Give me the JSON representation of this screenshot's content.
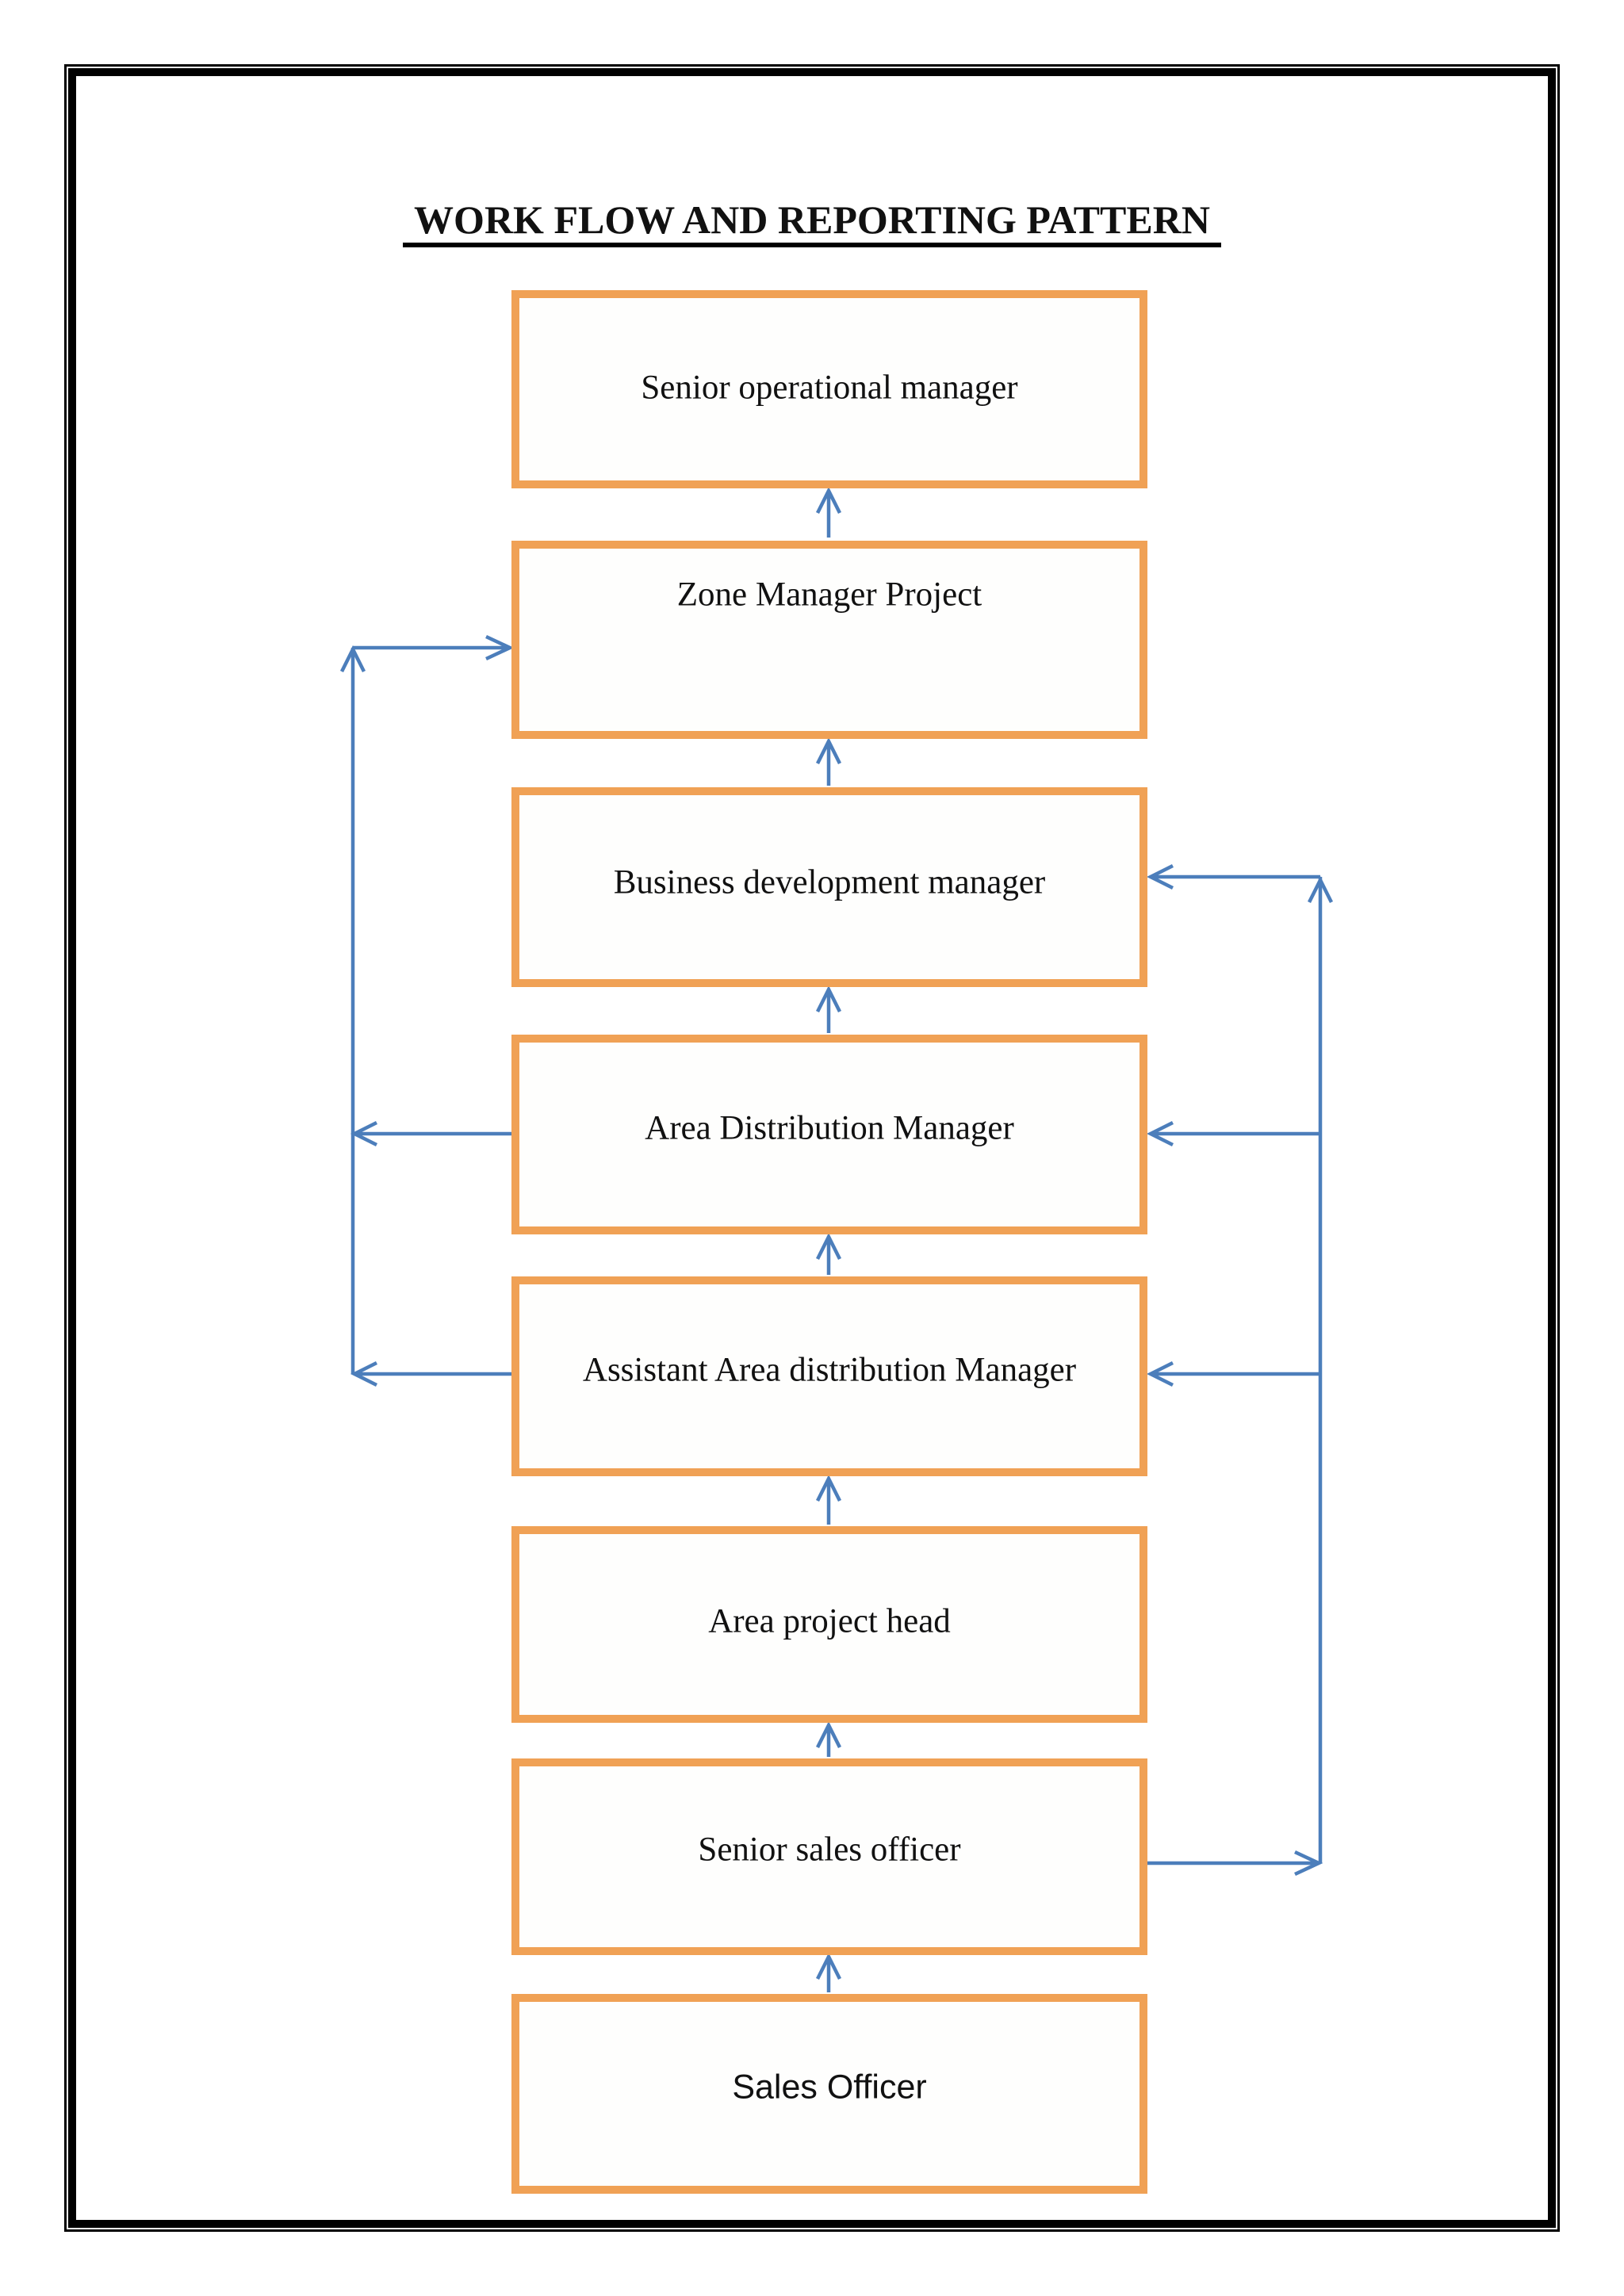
{
  "title": "WORK FLOW AND REPORTING PATTERN",
  "diagram": {
    "nodes": [
      {
        "label": "Senior operational manager"
      },
      {
        "label": "Zone Manager Project"
      },
      {
        "label": "Business development manager"
      },
      {
        "label": "Area Distribution Manager"
      },
      {
        "label": "Assistant Area distribution Manager"
      },
      {
        "label": "Area project head"
      },
      {
        "label": "Senior sales officer"
      },
      {
        "label": "Sales Officer"
      }
    ],
    "edges": [
      {
        "from": "Sales Officer",
        "to": "Senior sales officer",
        "via": "up-arrow"
      },
      {
        "from": "Senior sales officer",
        "to": "Area project head",
        "via": "up-arrow"
      },
      {
        "from": "Area project head",
        "to": "Assistant Area distribution Manager",
        "via": "up-arrow"
      },
      {
        "from": "Assistant Area distribution Manager",
        "to": "Area Distribution Manager",
        "via": "up-arrow"
      },
      {
        "from": "Area Distribution Manager",
        "to": "Business development manager",
        "via": "up-arrow"
      },
      {
        "from": "Business development manager",
        "to": "Zone Manager Project",
        "via": "up-arrow"
      },
      {
        "from": "Zone Manager Project",
        "to": "Senior operational manager",
        "via": "up-arrow"
      },
      {
        "from": "Area Distribution Manager",
        "to": "Zone Manager Project",
        "via": "left-loop"
      },
      {
        "from": "Assistant Area distribution Manager",
        "to": "Zone Manager Project",
        "via": "left-loop"
      },
      {
        "from": "Senior sales officer",
        "to": "Business development manager",
        "via": "right-loop"
      },
      {
        "from": "Senior sales officer",
        "to": "Area Distribution Manager",
        "via": "right-loop"
      },
      {
        "from": "Senior sales officer",
        "to": "Assistant Area distribution Manager",
        "via": "right-loop"
      }
    ]
  },
  "colors": {
    "box_border": "#F0A155",
    "box_fill": "#FEFEFD",
    "connector_blue": "#4C7EBB",
    "page_border": "#000000",
    "text": "#111111"
  }
}
